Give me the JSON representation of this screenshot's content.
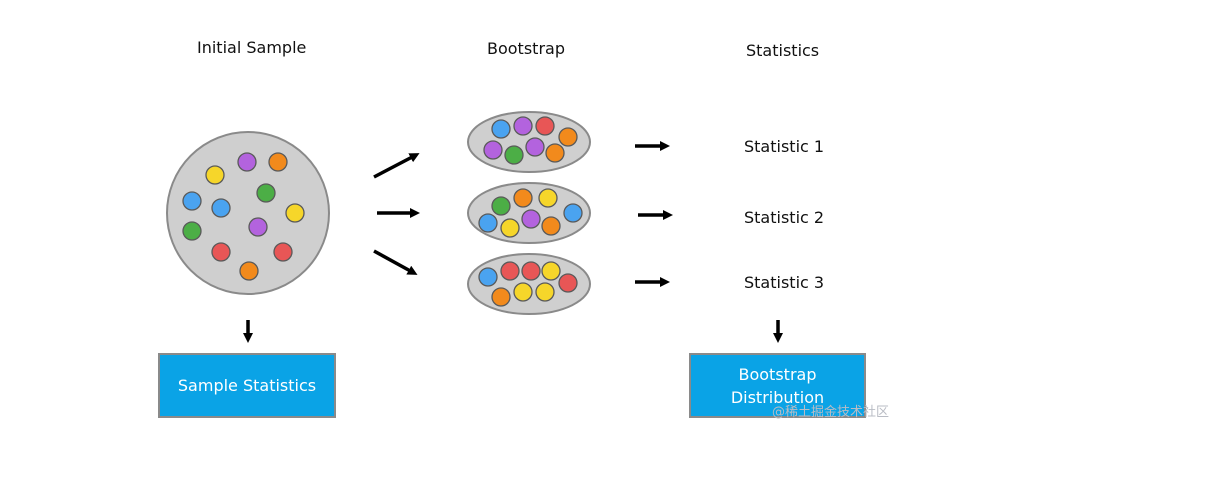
{
  "headers": {
    "initial_sample": "Initial Sample",
    "bootstrap": "Bootstrap",
    "statistics": "Statistics"
  },
  "statistics": [
    "Statistic 1",
    "Statistic 2",
    "Statistic 3"
  ],
  "boxes": {
    "sample_statistics": "Sample Statistics",
    "bootstrap_distribution_line1": "Bootstrap",
    "bootstrap_distribution_line2": "Distribution"
  },
  "watermark": "@稀土掘金技术社区",
  "colors": {
    "blue": "#4aa3f0",
    "purple": "#b363de",
    "orange": "#f28a1c",
    "yellow": "#f6d62a",
    "green": "#4cae46",
    "red": "#e85656",
    "container_fill": "#cfcfcf",
    "container_stroke": "#8a8a8a",
    "box_fill": "#0aa3e6"
  },
  "initial_sample_dots": [
    "yellow",
    "purple",
    "orange",
    "blue",
    "green",
    "blue",
    "yellow",
    "green",
    "purple",
    "red",
    "red",
    "orange"
  ],
  "bootstrap_samples": [
    [
      "blue",
      "purple",
      "red",
      "orange",
      "purple",
      "green",
      "purple",
      "orange"
    ],
    [
      "green",
      "orange",
      "yellow",
      "blue",
      "blue",
      "yellow",
      "purple",
      "orange"
    ],
    [
      "blue",
      "red",
      "red",
      "yellow",
      "red",
      "orange",
      "yellow",
      "yellow"
    ]
  ]
}
